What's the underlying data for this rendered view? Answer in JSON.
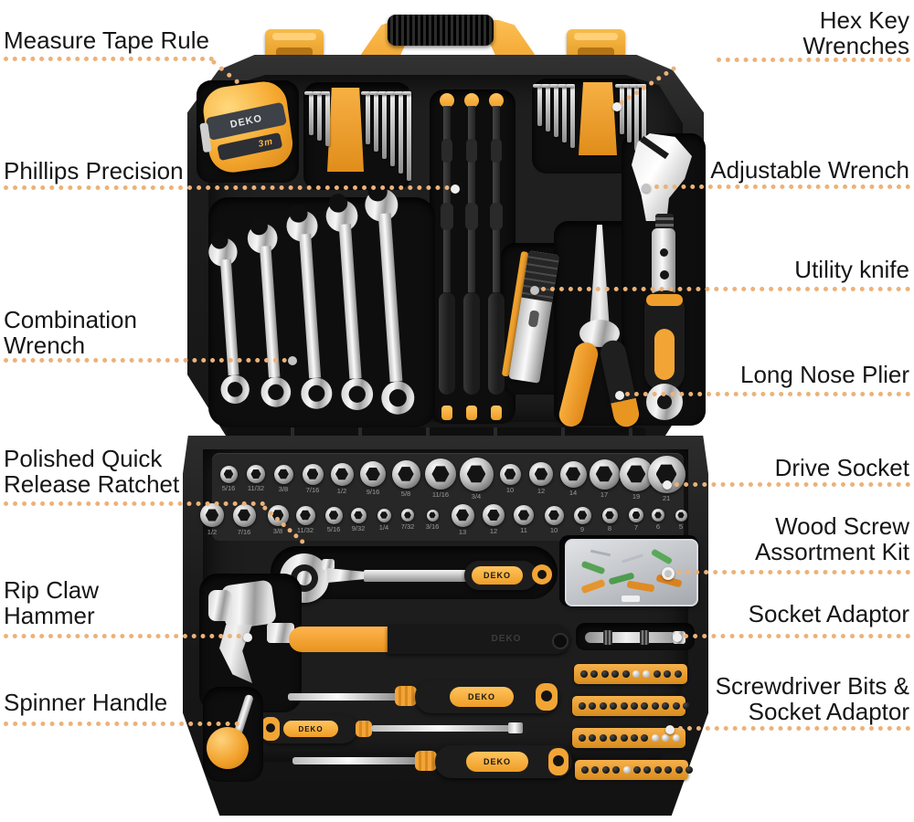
{
  "product": "tool-kit-annotated-photo",
  "brand": {
    "name": "DEKO",
    "tape_size": "3m"
  },
  "annotations": {
    "left": [
      {
        "id": "measure-tape-rule",
        "label": "Measure Tape Rule"
      },
      {
        "id": "phillips-precision",
        "label": "Phillips Precision"
      },
      {
        "id": "combination-wrench",
        "label": "Combination Wrench"
      },
      {
        "id": "polished-quick-release-ratchet",
        "label": "Polished Quick Release Ratchet"
      },
      {
        "id": "rip-claw-hammer",
        "label": "Rip Claw Hammer"
      },
      {
        "id": "spinner-handle",
        "label": "Spinner Handle"
      }
    ],
    "right": [
      {
        "id": "hex-key-wrenches",
        "label": "Hex Key Wrenches"
      },
      {
        "id": "adjustable-wrench",
        "label": "Adjustable Wrench"
      },
      {
        "id": "utility-knife",
        "label": "Utility knife"
      },
      {
        "id": "long-nose-plier",
        "label": "Long Nose Plier"
      },
      {
        "id": "drive-socket",
        "label": "Drive Socket"
      },
      {
        "id": "wood-screw-assortment-kit",
        "label": "Wood Screw Assortment Kit"
      },
      {
        "id": "socket-adaptor",
        "label": "Socket Adaptor"
      },
      {
        "id": "screwdriver-bits-socket-adaptor",
        "label": "Screwdriver Bits & Socket Adaptor"
      }
    ]
  },
  "sockets": {
    "row1": [
      "5/16",
      "11/32",
      "3/8",
      "7/16",
      "1/2",
      "9/16",
      "5/8",
      "11/16",
      "3/4",
      "10",
      "12",
      "14",
      "17",
      "19",
      "21"
    ],
    "row2": [
      "1/2",
      "7/16",
      "3/8",
      "11/32",
      "5/16",
      "9/32",
      "1/4",
      "7/32",
      "3/16",
      "13",
      "12",
      "11",
      "10",
      "9",
      "8",
      "7",
      "6",
      "5"
    ]
  },
  "colors": {
    "accent_orange": "#F2A33C",
    "leader_dots": "#ECB278",
    "case_black": "#1E1E1E",
    "label_text": "#161616",
    "background": "#FFFFFF"
  }
}
